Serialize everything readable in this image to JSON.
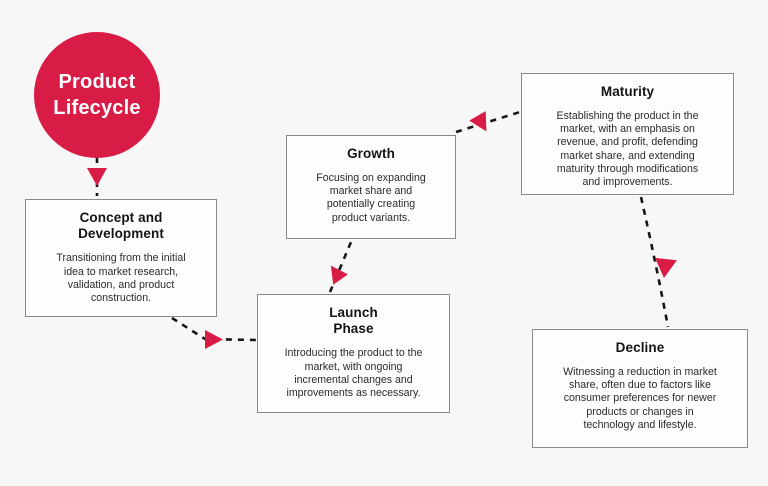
{
  "colors": {
    "accent": "#d91c46",
    "line": "#151515",
    "box_border": "#8a8a8a",
    "box_bg": "#fdfdfd",
    "page_bg": "#f7f7f7",
    "title_text": "#141414",
    "body_text": "#2b2b2b",
    "circle_text": "#ffffff"
  },
  "diagram": {
    "hub": {
      "title": "Product\nLifecycle"
    },
    "stages": [
      {
        "id": "concept",
        "title": "Concept and\nDevelopment",
        "description": "Transitioning from the initial\nidea to market research,\nvalidation, and product\nconstruction."
      },
      {
        "id": "launch",
        "title": "Launch\nPhase",
        "description": "Introducing the product to the\nmarket, with ongoing\nincremental changes and\nimprovements as necessary."
      },
      {
        "id": "growth",
        "title": "Growth",
        "description": "Focusing on expanding\nmarket share and\npotentially creating\nproduct variants."
      },
      {
        "id": "maturity",
        "title": "Maturity",
        "description": "Establishing the product in the\nmarket, with an emphasis on\nrevenue, and profit, defending\nmarket share, and extending\nmaturity through modifications\nand improvements."
      },
      {
        "id": "decline",
        "title": "Decline",
        "description": "Witnessing a reduction in market\nshare, often due to factors like\nconsumer preferences for newer\nproducts or changes in\ntechnology and lifestyle."
      }
    ],
    "connections": [
      {
        "from": "hub",
        "to": "concept"
      },
      {
        "from": "concept",
        "to": "launch"
      },
      {
        "from": "launch",
        "to": "growth"
      },
      {
        "from": "growth",
        "to": "maturity"
      },
      {
        "from": "maturity",
        "to": "decline"
      }
    ]
  }
}
